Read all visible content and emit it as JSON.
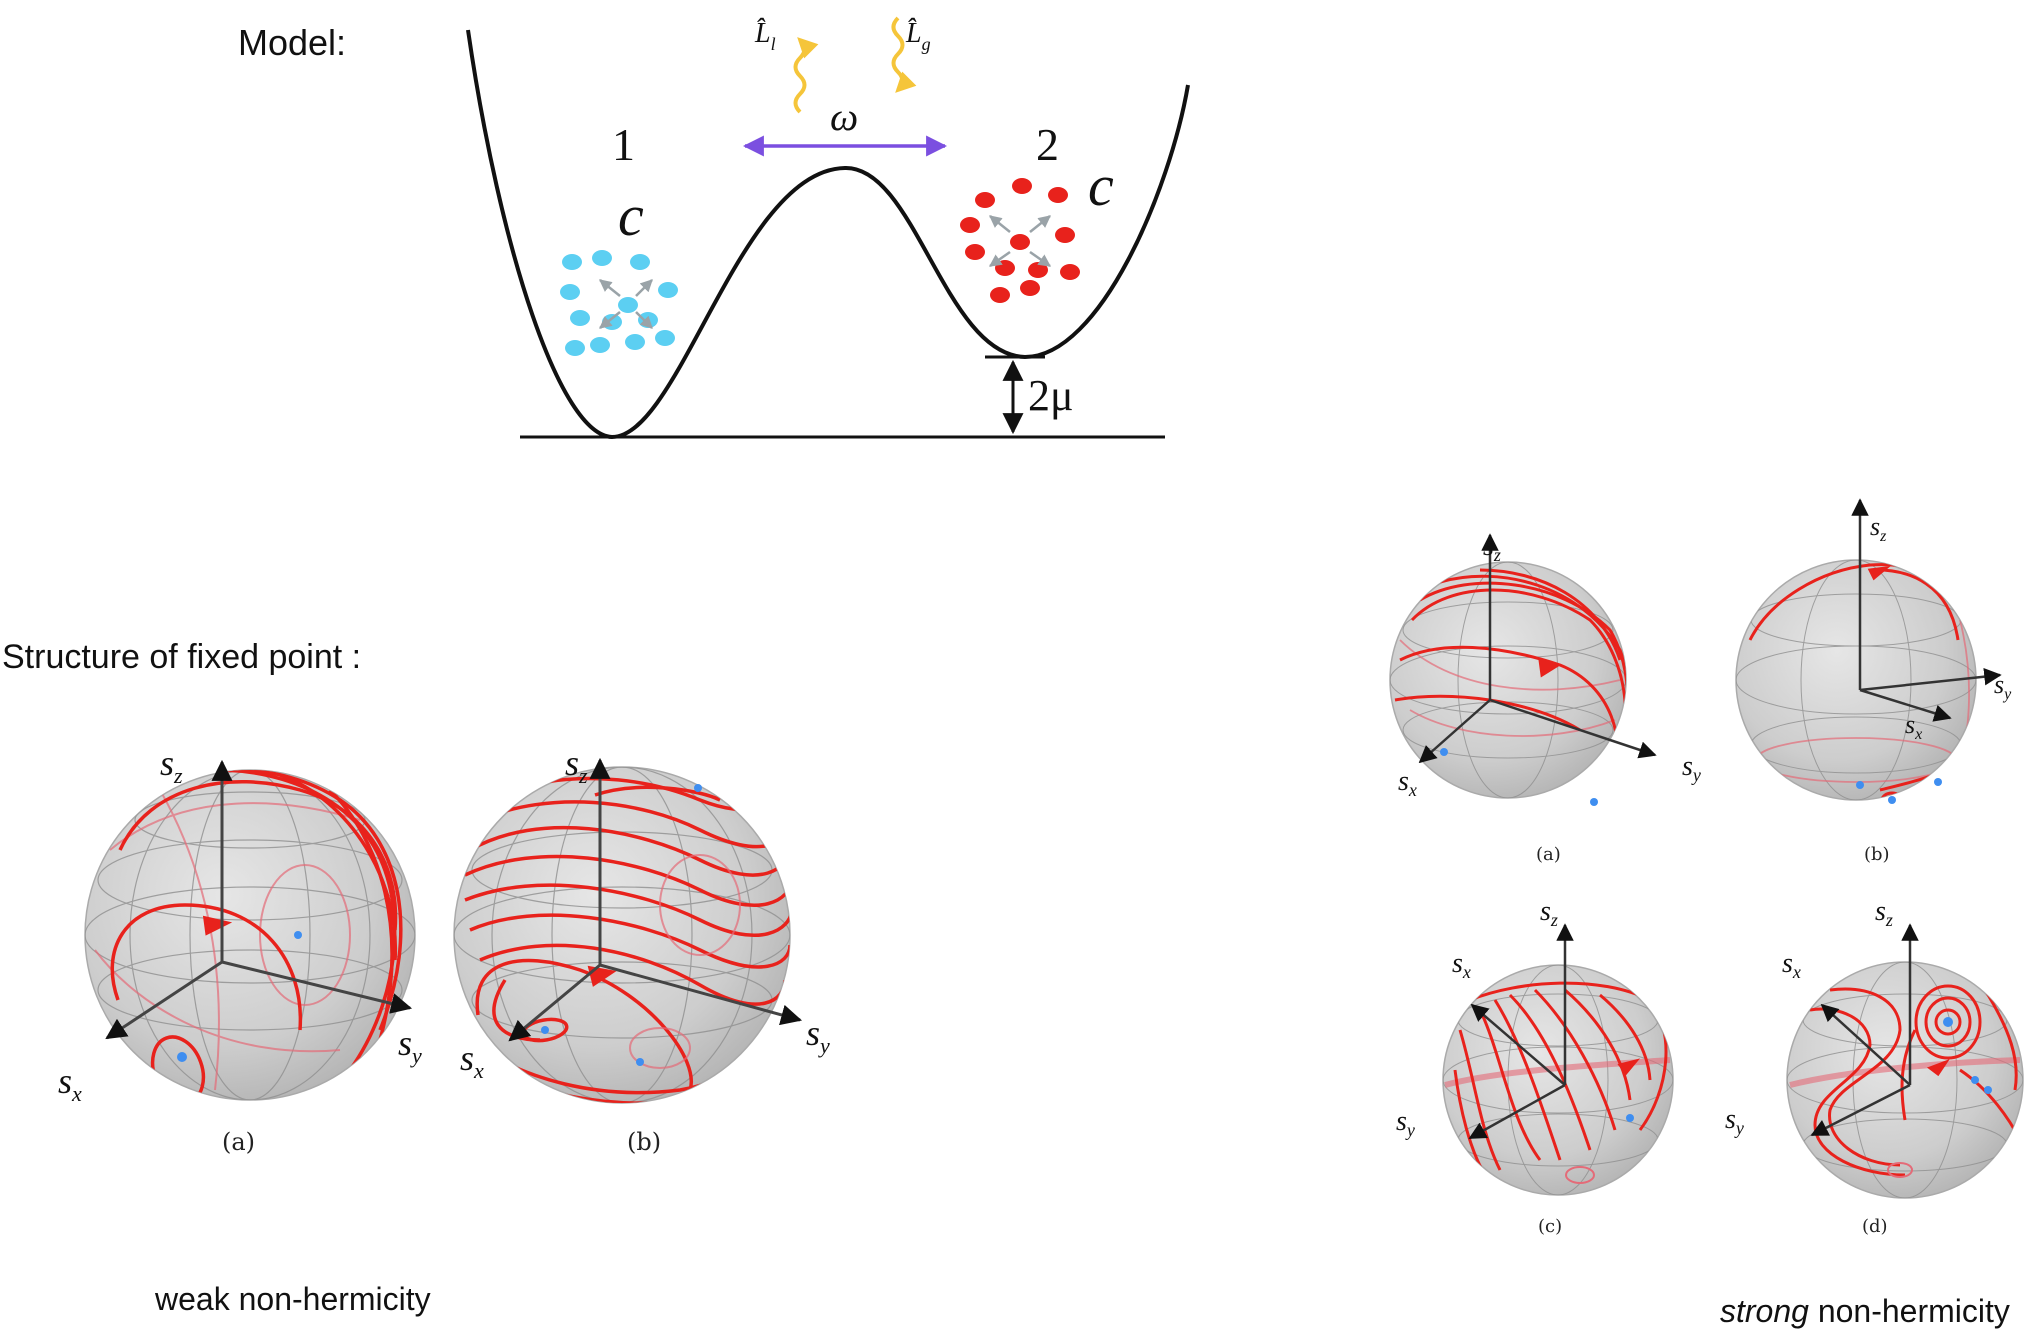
{
  "model": {
    "heading": "Model:",
    "well_1_label": "1",
    "well_2_label": "2",
    "interaction_label_left": "c",
    "interaction_label_right": "c",
    "tunneling_label": "ω",
    "loss_operator": "L̂",
    "loss_subscript": "l",
    "gain_operator": "L̂",
    "gain_subscript": "g",
    "detuning_label": "2μ",
    "colors": {
      "left_particles": "#5ccff2",
      "right_particles": "#e8221c",
      "tunneling_arrow": "#7b4fe0",
      "dissipation_wave": "#f5c53a",
      "potential_curve": "#111111"
    }
  },
  "fixed_point": {
    "heading": "Structure of fixed point :",
    "axis_x": "s",
    "axis_x_sub": "x",
    "axis_y": "s",
    "axis_y_sub": "y",
    "axis_z": "s",
    "axis_z_sub": "z",
    "weak": {
      "caption": "weak non-hermicity",
      "panel_a": "(a)",
      "panel_b": "(b)"
    },
    "strong": {
      "caption_emph": "strong",
      "caption_rest": " non-hermicity",
      "panel_a": "(a)",
      "panel_b": "(b)",
      "panel_c": "(c)",
      "panel_d": "(d)"
    },
    "colors": {
      "sphere": "#c9c9c9",
      "trajectory": "#e8221c",
      "fixed_point": "#3f8ef0"
    }
  }
}
